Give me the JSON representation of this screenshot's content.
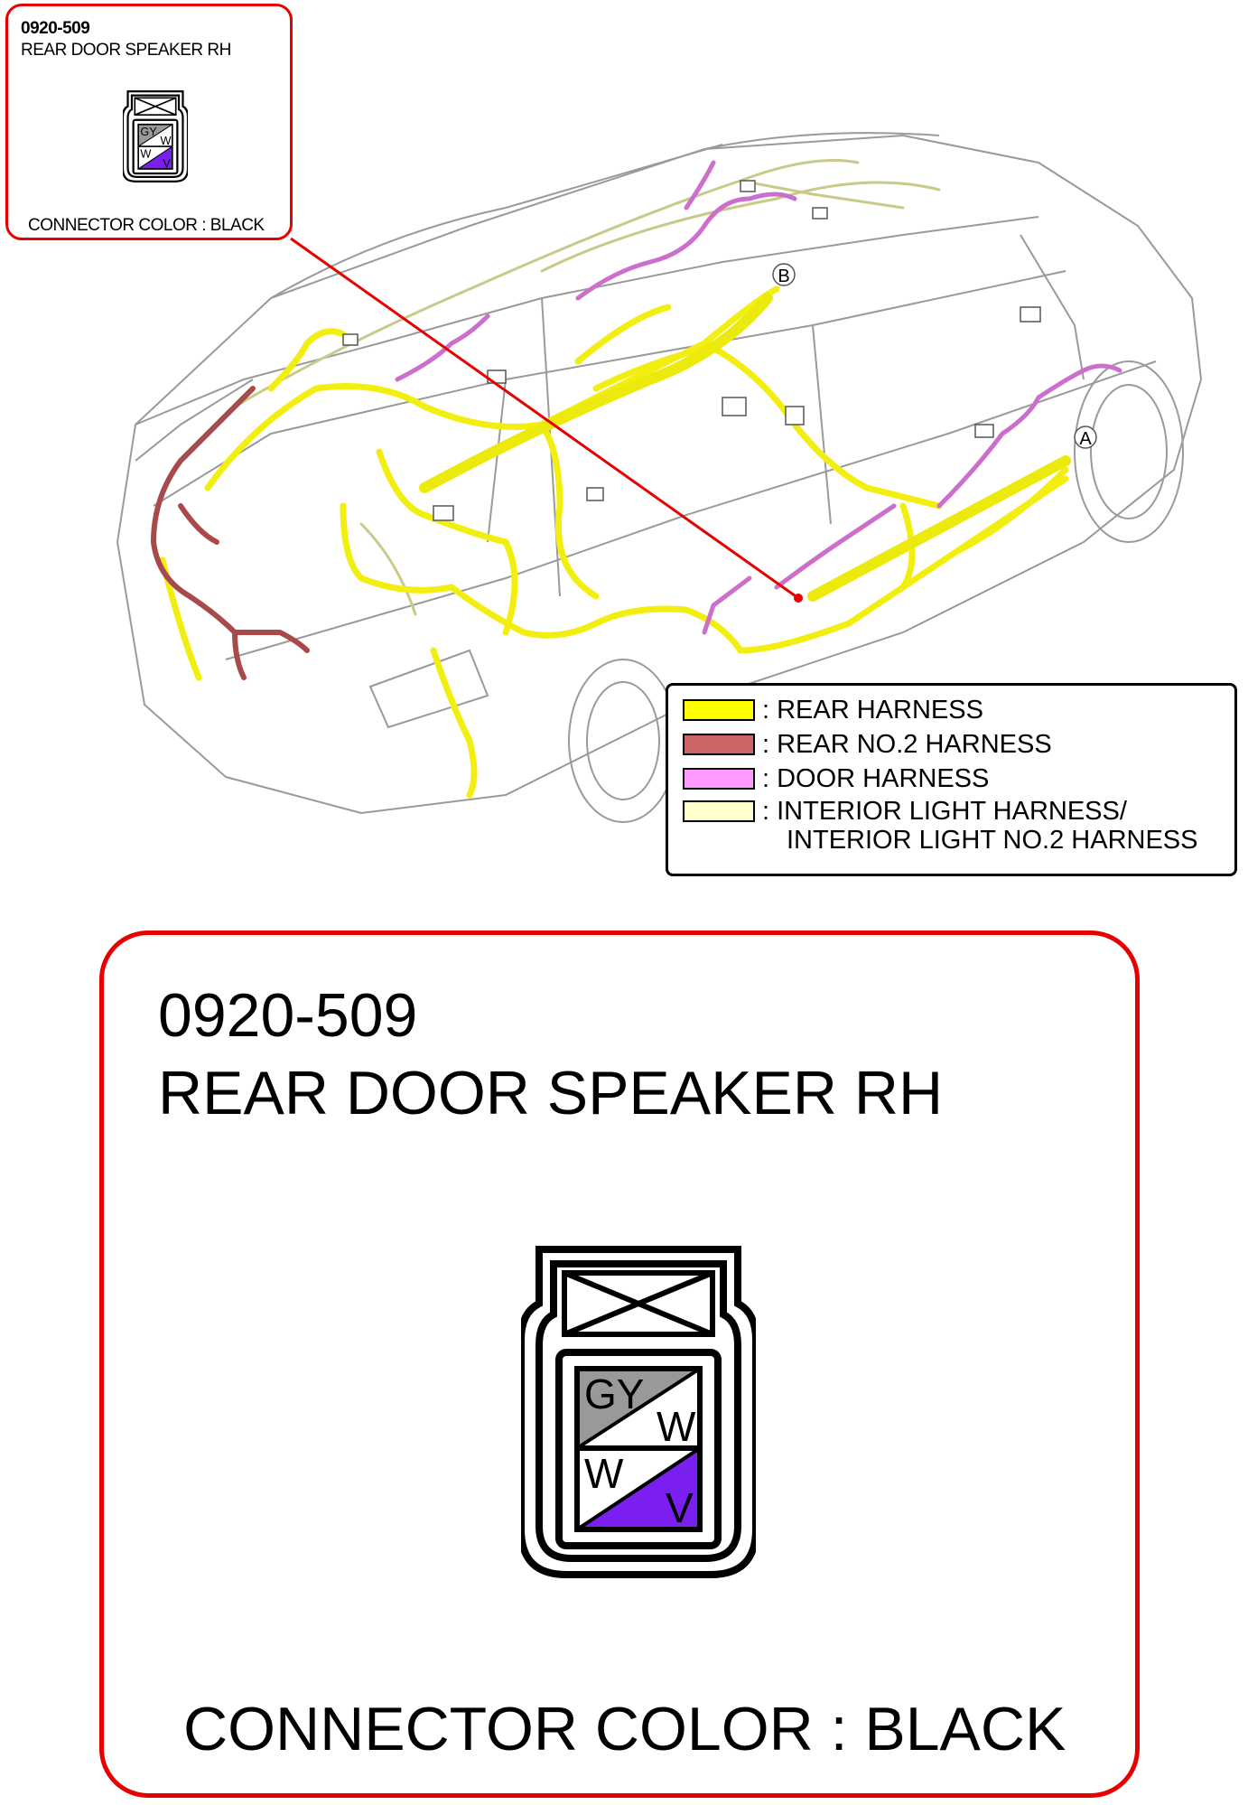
{
  "callout_small": {
    "code": "0920-509",
    "name": "REAR DOOR SPEAKER RH",
    "connector_color": "CONNECTOR COLOR : BLACK"
  },
  "callout_large": {
    "code": "0920-509",
    "name": "REAR DOOR SPEAKER RH",
    "connector_color": "CONNECTOR COLOR : BLACK"
  },
  "connector": {
    "pins": [
      {
        "wire_top": "GY",
        "wire_bottom": "W",
        "shaded_color": "#999999"
      },
      {
        "wire_top": "W",
        "wire_bottom": "V",
        "shaded_color": "#7a1ff0"
      }
    ]
  },
  "diagram_labels": {
    "point_a": "A",
    "point_b": "B"
  },
  "legend": {
    "items": [
      {
        "label": ": REAR HARNESS",
        "color": "#ffff00"
      },
      {
        "label": ": REAR NO.2 HARNESS",
        "color": "#cc6666"
      },
      {
        "label": ": DOOR HARNESS",
        "color": "#ff99ff"
      },
      {
        "label": ": INTERIOR LIGHT HARNESS/",
        "color": "#ffffcc"
      }
    ],
    "continuation": "INTERIOR LIGHT NO.2 HARNESS"
  },
  "colors": {
    "callout_border": "#e60000",
    "leader_line": "#e60000",
    "car_outline": "#9a9a9a",
    "rear_harness": "#ffff00",
    "rear_no2_harness": "#aa5050",
    "door_harness": "#dd88dd",
    "interior_light_harness": "#dddd99"
  }
}
